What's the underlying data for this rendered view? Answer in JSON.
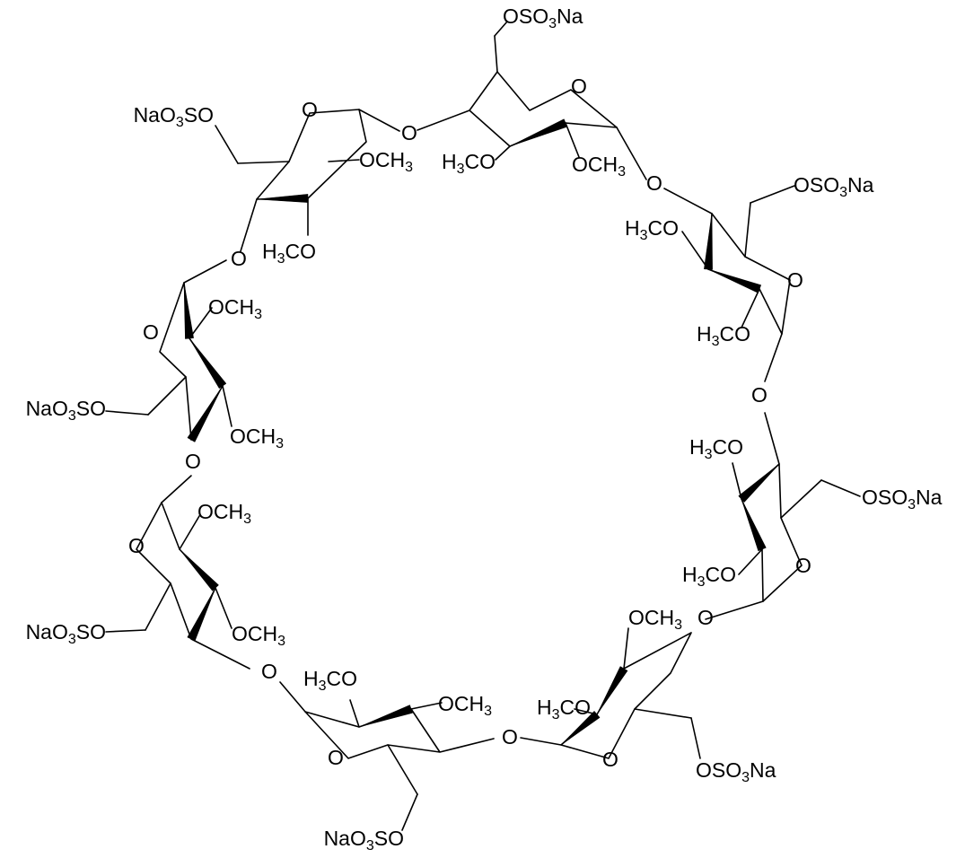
{
  "molecule": {
    "ring_oxygen": "O",
    "glycosidic_oxygen": "O",
    "sulfate_right": [
      "OSO",
      "3",
      "Na"
    ],
    "sulfate_left": [
      "NaO",
      "3",
      "SO"
    ],
    "methoxy_right": [
      "OCH",
      "3",
      ""
    ],
    "methoxy_left": [
      "H",
      "3",
      "CO"
    ]
  },
  "bond_color": "#000000",
  "background": "#ffffff"
}
